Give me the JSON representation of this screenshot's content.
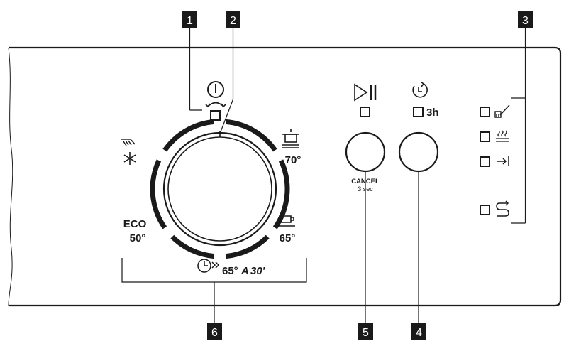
{
  "callouts": {
    "c1": "1",
    "c2": "2",
    "c3": "3",
    "c4": "4",
    "c5": "5",
    "c6": "6"
  },
  "programs": {
    "intensive_temp": "70°",
    "eco_name": "ECO",
    "eco_temp": "50°",
    "glass_temp": "65°",
    "quick_temp": "65°",
    "quick_a": "A",
    "quick_time": "30'"
  },
  "buttons": {
    "cancel_label": "CANCEL",
    "cancel_sub": "3 sec",
    "delay_label": "3h"
  },
  "colors": {
    "line": "#1a1a1a",
    "callout_bg": "#1a1a1a"
  }
}
